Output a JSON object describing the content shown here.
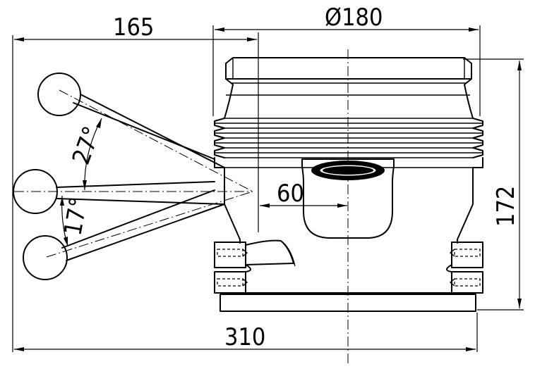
{
  "dimensions": {
    "left_offset": "165",
    "diameter": "Ø180",
    "angle_upper": "27°",
    "angle_lower": "17°",
    "inner": "60",
    "height": "172",
    "total_width": "310"
  },
  "colors": {
    "line": "#000000",
    "background": "#ffffff"
  }
}
